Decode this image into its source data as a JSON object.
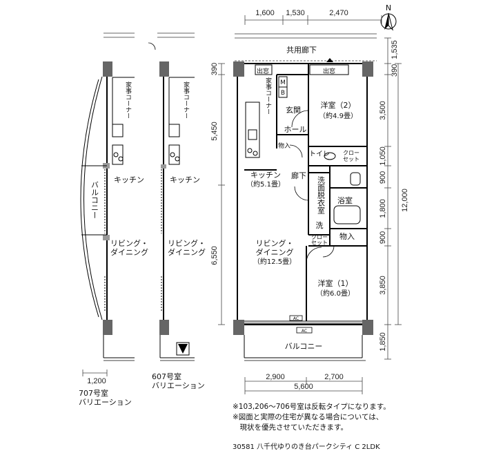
{
  "north": "N",
  "corridor": "共用廊下",
  "balcony": "バルコニー",
  "rooms": {
    "western2": "洋室（2）",
    "western2_size": "（約4.9畳）",
    "western1": "洋室（1）",
    "western1_size": "（約6.0畳）",
    "living": "リビング・",
    "living2": "ダイニング",
    "living_size": "（約12.5畳）",
    "kitchen": "キッチン",
    "kitchen_size": "（約5.1畳）",
    "entrance": "玄関",
    "hall": "ホール",
    "hallway": "廊下",
    "toilet": "トイレ",
    "bath": "浴室",
    "wash": "洗",
    "storage": "物入",
    "storage_small": "物入",
    "closet": "クロー",
    "closet2": "セット",
    "housework": "家事コーナー",
    "wash_room": "洗面脱衣室",
    "bay1": "出窓",
    "bay2": "出窓",
    "mb_m": "M",
    "mb_b": "B",
    "ac1": "AC",
    "ac2": "AC"
  },
  "variation_labels": {
    "kitchen": "キッチン",
    "living": "リビング・",
    "dining": "ダイニング",
    "balcony": "バルコニー",
    "housework": "家事コーナー"
  },
  "dims_top": [
    "1,600",
    "1,530",
    "2,470"
  ],
  "dims_left": [
    "390",
    "5,450",
    "6,550"
  ],
  "dims_right": [
    "1,535",
    "390",
    "3,500",
    "1,050",
    "900",
    "1,800",
    "900",
    "3,850",
    "1,850"
  ],
  "dims_right_total": "12,000",
  "dims_bottom": [
    "2,900",
    "2,700"
  ],
  "dims_bottom_total": "5,600",
  "dim_left_var": "1,200",
  "var707": [
    "707号室",
    "バリエーション"
  ],
  "var607": [
    "607号室",
    "バリエーション"
  ],
  "notes": [
    "※103,206～706号室は反転タイプになります。",
    "※図面と実際の住宅が異なる場合については、",
    "　現状を優先させていただきます。"
  ],
  "caption": "30581 八千代ゆりのき台パークシティ C 2LDK"
}
